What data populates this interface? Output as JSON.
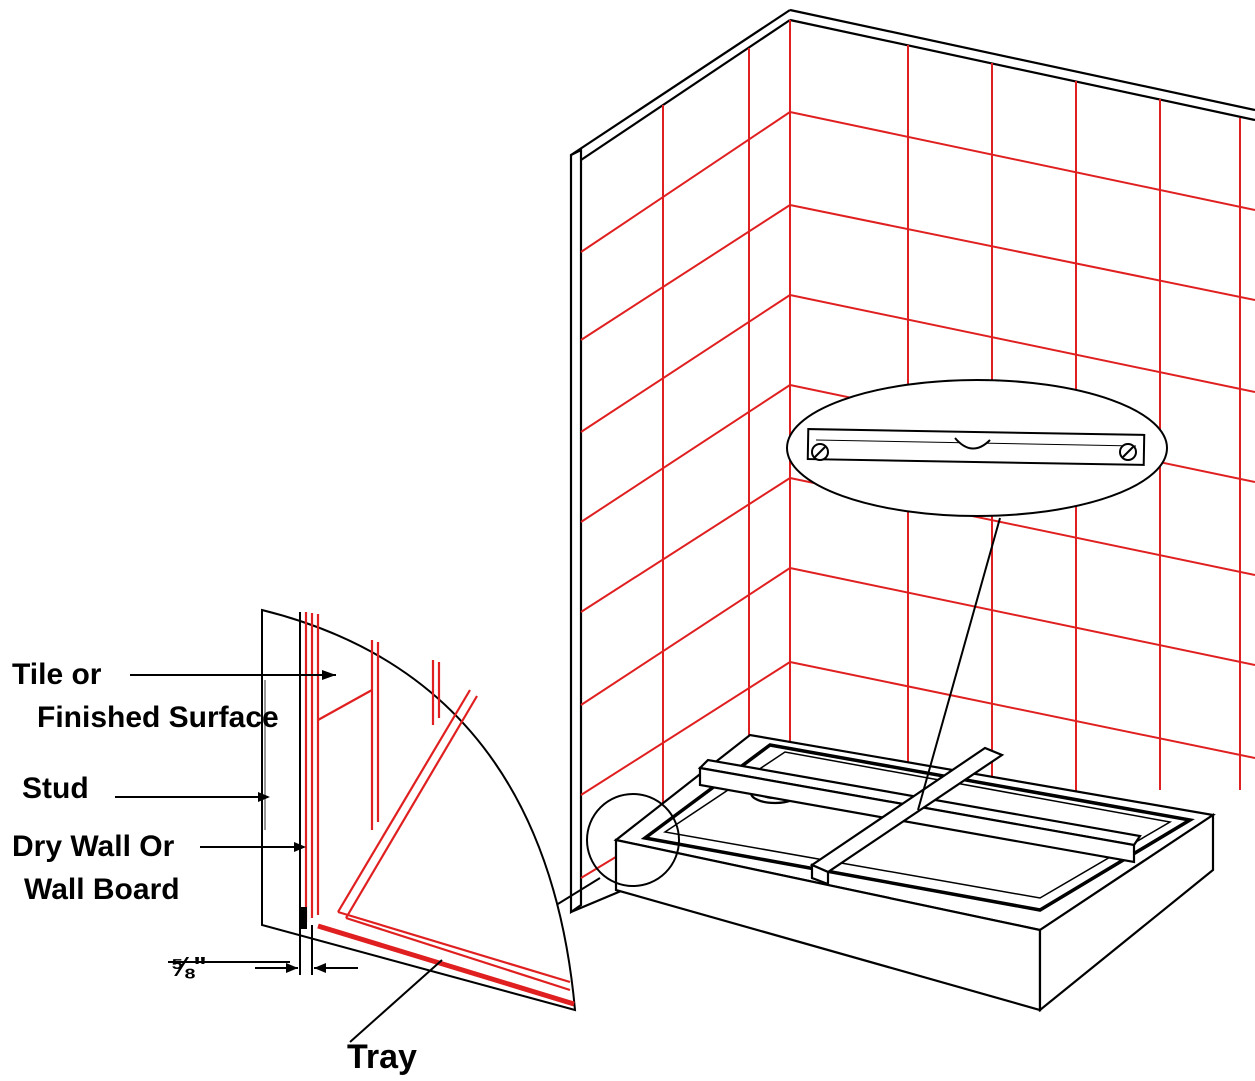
{
  "labels": {
    "tile_line1": "Tile or",
    "tile_line2": "Finished Surface",
    "stud": "Stud",
    "drywall_line1": "Dry Wall Or",
    "drywall_line2": "Wall Board",
    "tray": "Tray",
    "gap_measure": "⅝\""
  },
  "colors": {
    "tile_grid": "#e02020",
    "line": "#000000",
    "background": "#ffffff"
  }
}
